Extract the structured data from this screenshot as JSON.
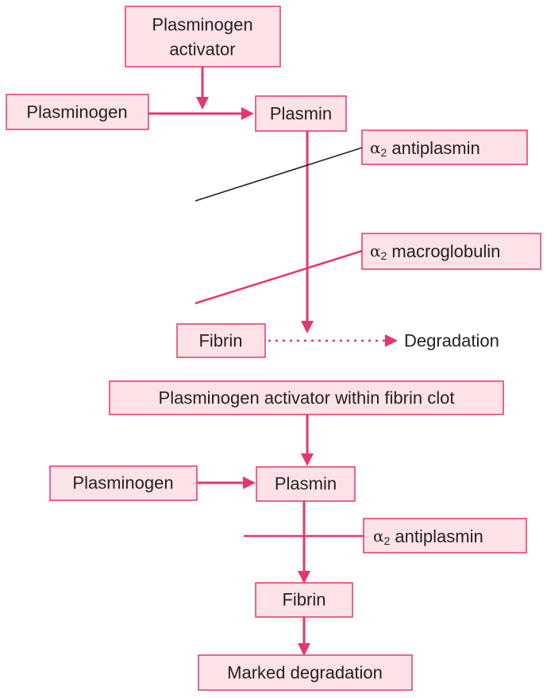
{
  "top": {
    "activator_line1": "Plasminogen",
    "activator_line2": "activator",
    "plasminogen": "Plasminogen",
    "plasmin": "Plasmin",
    "antiplasmin_greek": "α",
    "antiplasmin_sub": "2",
    "antiplasmin_text": " antiplasmin",
    "macroglobulin_greek": "α",
    "macroglobulin_sub": "2",
    "macroglobulin_text": " macroglobulin",
    "fibrin": "Fibrin",
    "degradation": "Degradation"
  },
  "bottom": {
    "activator": "Plasminogen activator within fibrin clot",
    "plasminogen": "Plasminogen",
    "plasmin": "Plasmin",
    "antiplasmin_greek": "α",
    "antiplasmin_sub": "2",
    "antiplasmin_text": " antiplasmin",
    "fibrin": "Fibrin",
    "marked_degradation": "Marked degradation"
  },
  "colors": {
    "accent": "#e5376b",
    "box_fill": "#fde3e8",
    "text": "#231f20"
  }
}
